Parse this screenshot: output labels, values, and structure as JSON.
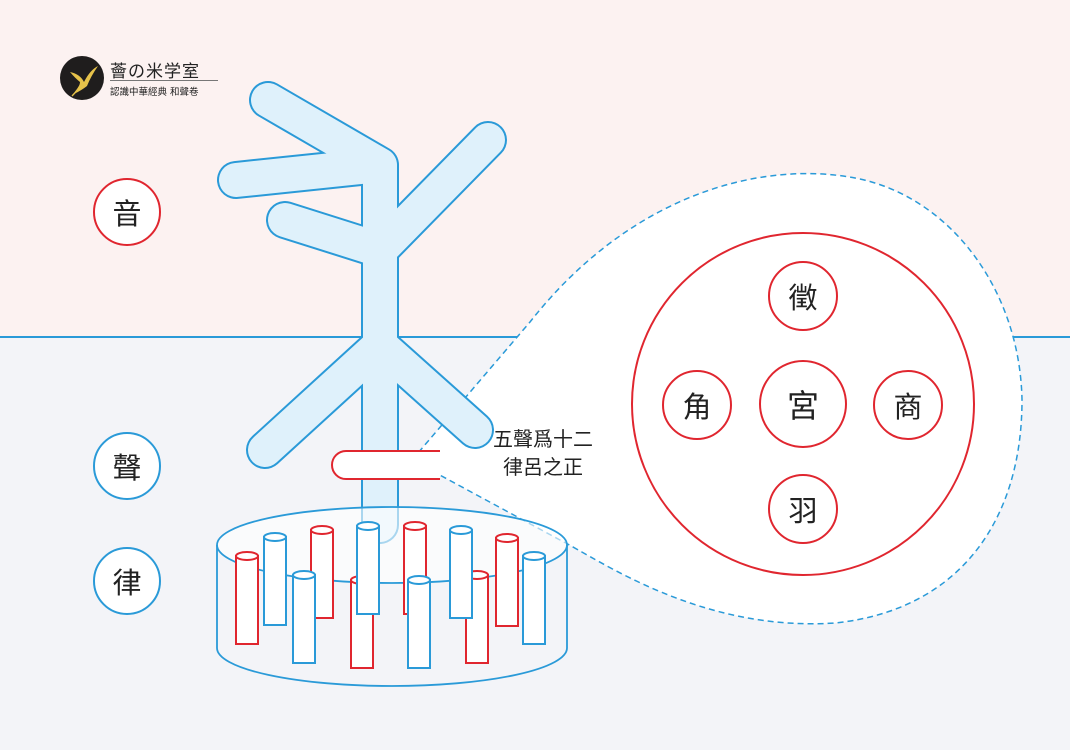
{
  "brand": {
    "title": "薈の米学室",
    "subtitle": "認識中華經典 和聲卷",
    "logo_icon": "bird-emblem-icon"
  },
  "left_labels": [
    "音",
    "聲",
    "律"
  ],
  "callout": {
    "line1": "五聲爲十二",
    "line2": "律呂之正"
  },
  "five_tones": {
    "top": "徵",
    "left": "角",
    "center": "宮",
    "right": "商",
    "bottom": "羽"
  },
  "colors": {
    "red": "#e0262f",
    "blue": "#2a9ad8",
    "pink_band": "#fcf2f1",
    "gray_band": "#f3f4f8",
    "glyph_fill": "#dff1fb"
  }
}
